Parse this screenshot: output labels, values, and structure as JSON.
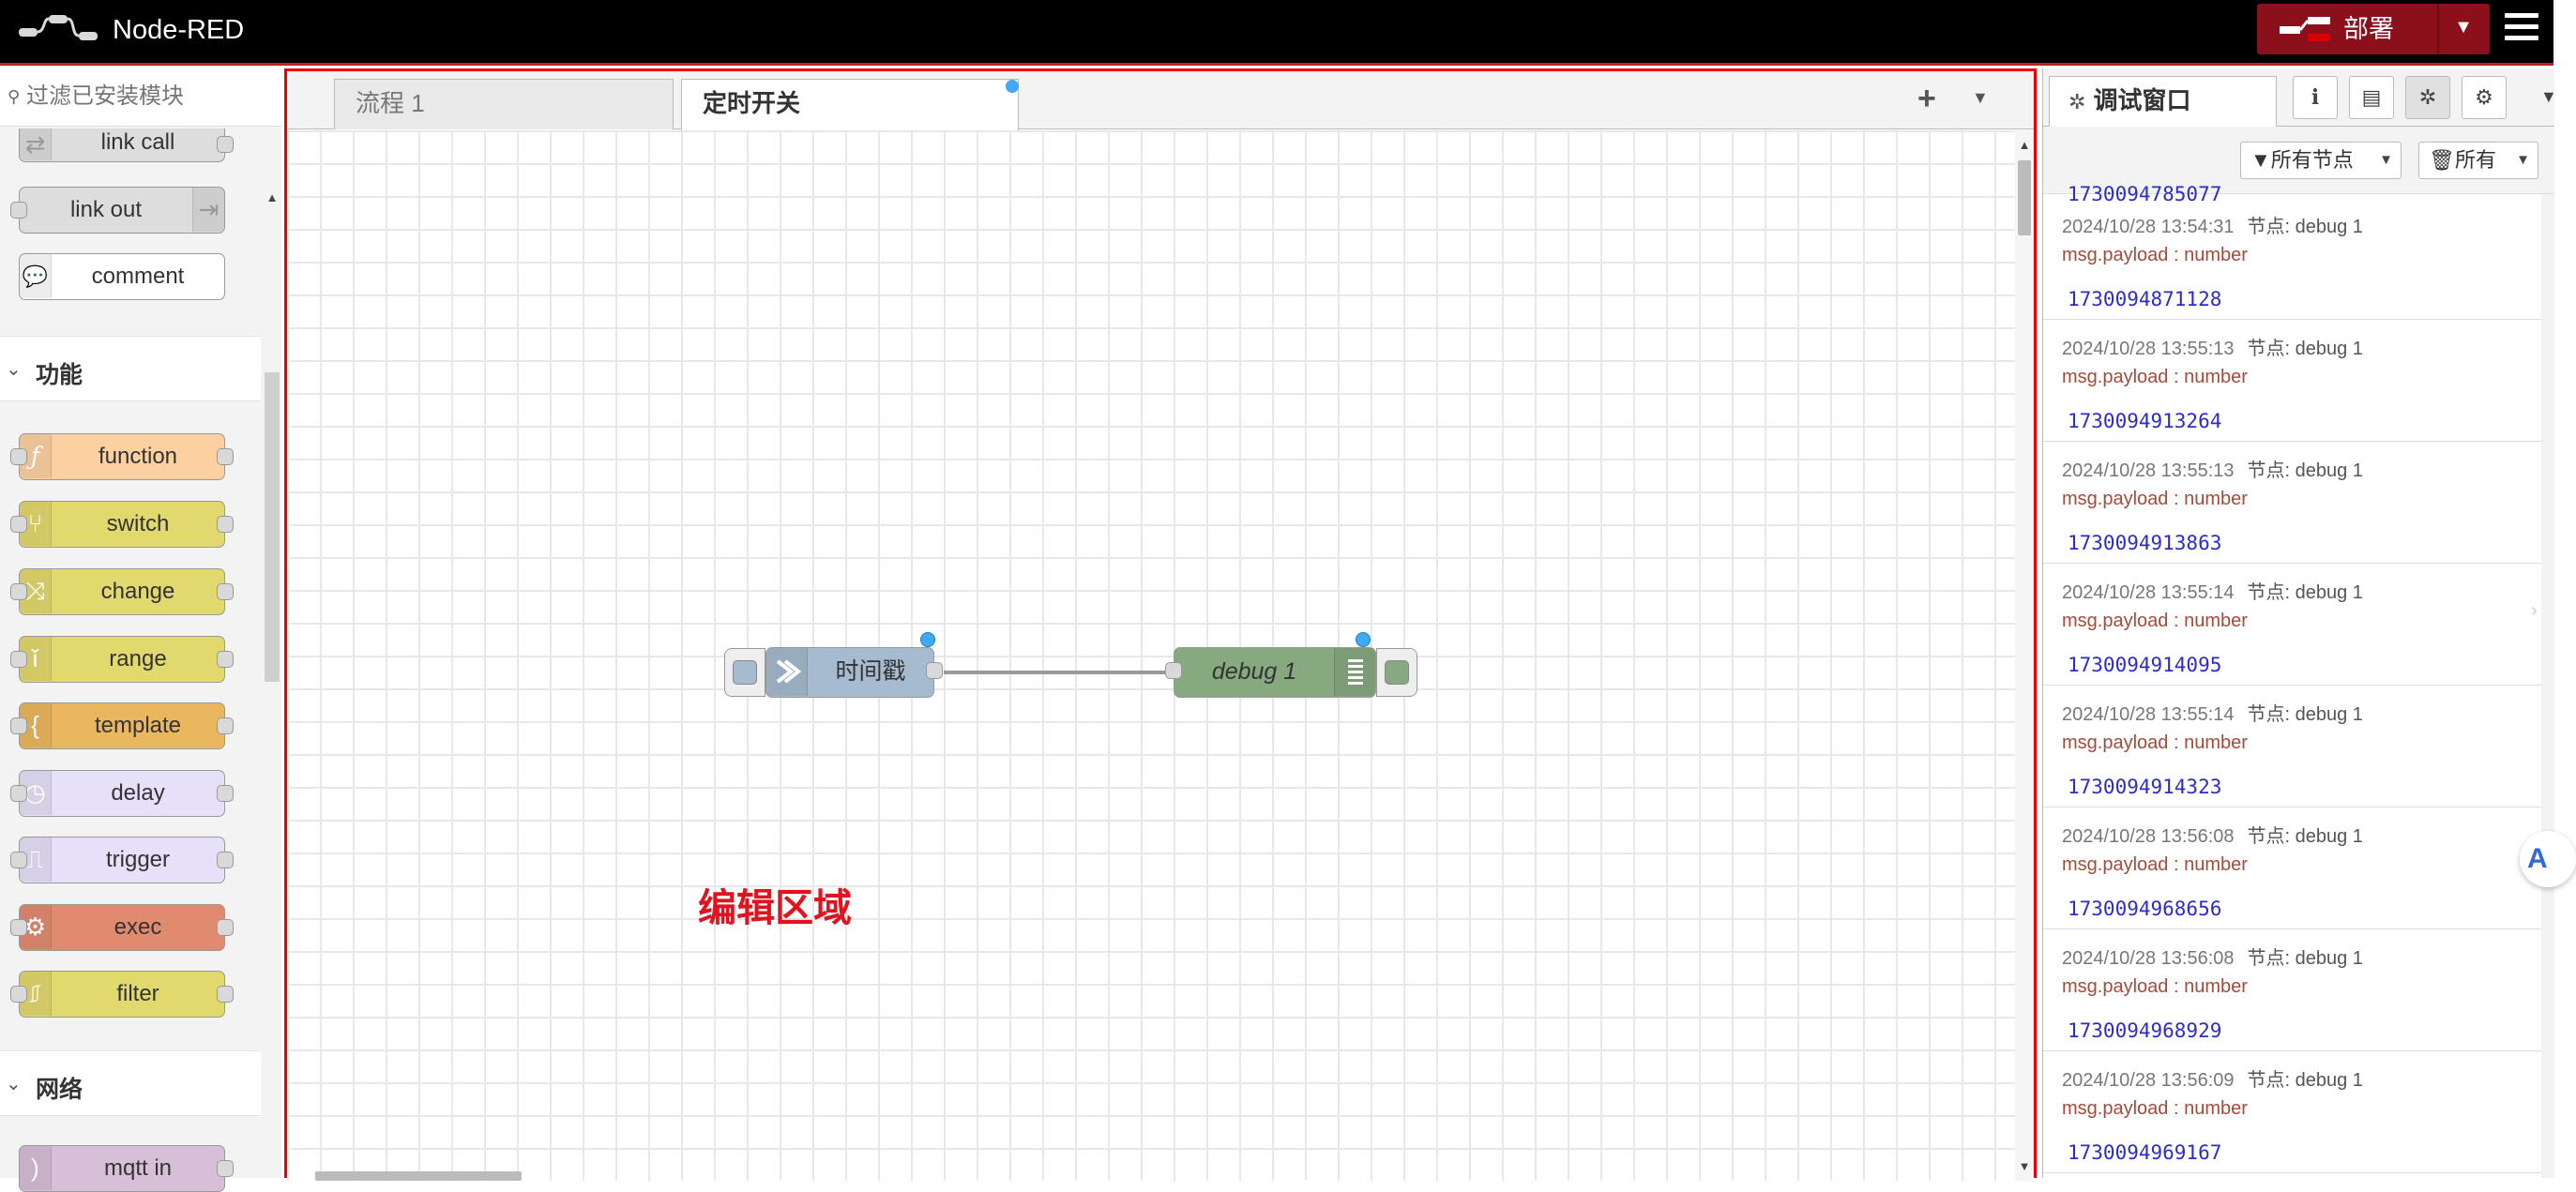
{
  "header": {
    "app_title": "Node-RED",
    "deploy_label": "部署"
  },
  "palette": {
    "search_placeholder": "过滤已安装模块",
    "top_nodes": [
      {
        "label": "link call"
      },
      {
        "label": "link out"
      },
      {
        "label": "comment"
      }
    ],
    "categories": {
      "function": "功能",
      "network": "网络"
    },
    "function_nodes": [
      {
        "label": "function",
        "color": "#fdd0a2"
      },
      {
        "label": "switch",
        "color": "#e2d96e"
      },
      {
        "label": "change",
        "color": "#e2d96e"
      },
      {
        "label": "range",
        "color": "#e2d96e"
      },
      {
        "label": "template",
        "color": "#ebb75e"
      },
      {
        "label": "delay",
        "color": "#e6e0f8"
      },
      {
        "label": "trigger",
        "color": "#e6e0f8"
      },
      {
        "label": "exec",
        "color": "#e08b70"
      },
      {
        "label": "filter",
        "color": "#e2d96e"
      }
    ],
    "network_nodes": [
      {
        "label": "mqtt in",
        "color": "#d8bfd8"
      }
    ]
  },
  "workspace": {
    "tabs": [
      {
        "label": "流程 1",
        "active": false
      },
      {
        "label": "定时开关",
        "active": true
      }
    ],
    "nodes": {
      "inject": {
        "label": "时间戳",
        "color": "#a6bbcf"
      },
      "debug": {
        "label": "debug 1",
        "color": "#87a980"
      }
    },
    "annotation": "编辑区域"
  },
  "sidebar": {
    "title": "调试窗口",
    "filter_nodes": "所有节点",
    "filter_all": "所有",
    "partial_value": "1730094785077",
    "messages": [
      {
        "time": "2024/10/28 13:54:31",
        "node": "节点: debug 1",
        "path": "msg.payload : number",
        "value": "1730094871128"
      },
      {
        "time": "2024/10/28 13:55:13",
        "node": "节点: debug 1",
        "path": "msg.payload : number",
        "value": "1730094913264"
      },
      {
        "time": "2024/10/28 13:55:13",
        "node": "节点: debug 1",
        "path": "msg.payload : number",
        "value": "1730094913863"
      },
      {
        "time": "2024/10/28 13:55:14",
        "node": "节点: debug 1",
        "path": "msg.payload : number",
        "value": "1730094914095"
      },
      {
        "time": "2024/10/28 13:55:14",
        "node": "节点: debug 1",
        "path": "msg.payload : number",
        "value": "1730094914323"
      },
      {
        "time": "2024/10/28 13:56:08",
        "node": "节点: debug 1",
        "path": "msg.payload : number",
        "value": "1730094968656"
      },
      {
        "time": "2024/10/28 13:56:08",
        "node": "节点: debug 1",
        "path": "msg.payload : number",
        "value": "1730094968929"
      },
      {
        "time": "2024/10/28 13:56:09",
        "node": "节点: debug 1",
        "path": "msg.payload : number",
        "value": "1730094969167"
      }
    ]
  }
}
